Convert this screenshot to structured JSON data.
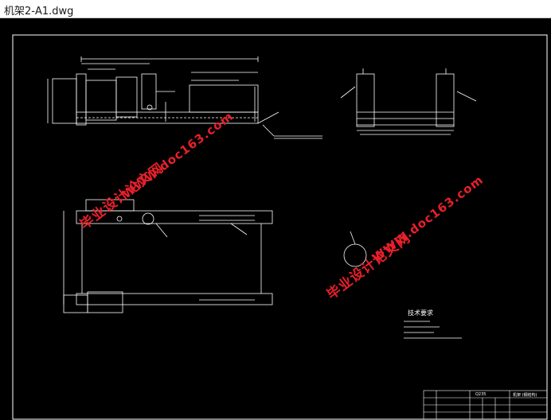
{
  "window": {
    "title": "机架2-A1.dwg"
  },
  "watermarks": [
    {
      "text": "毕业设计论文网"
    },
    {
      "text": "WWW.doc163.com"
    },
    {
      "text": "毕业设计论文网"
    },
    {
      "text": "WWW.doc163.com"
    }
  ],
  "drawing": {
    "tech_requirements_title": "技术要求",
    "title_block": {
      "material": "Q235",
      "name": "机架 (钢结构)"
    }
  },
  "colors": {
    "canvas_background": "#000000",
    "frame_line": "#ffffff",
    "watermark": "#e8202a"
  }
}
